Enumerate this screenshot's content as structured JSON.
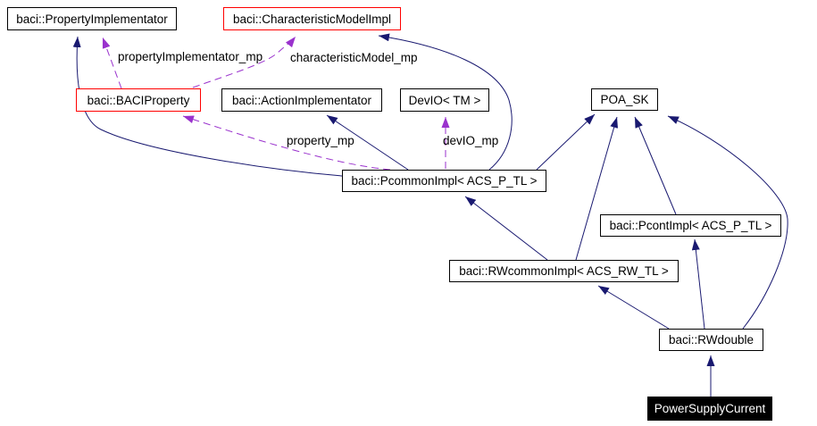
{
  "diagram": {
    "kind": "collaboration-graph",
    "colors": {
      "inheritance_edge": "#191970",
      "usage_edge": "#9a32cd",
      "node_border": "#000000",
      "truncated_node_border": "#ff0000",
      "current_node_fill": "#000000",
      "current_node_text": "#ffffff",
      "background": "#ffffff"
    },
    "nodes": [
      {
        "id": "property-implementator",
        "label": "baci::PropertyImplementator",
        "border": "#000000"
      },
      {
        "id": "characteristic-model-impl",
        "label": "baci::CharacteristicModelImpl",
        "border": "#ff0000"
      },
      {
        "id": "baci-property",
        "label": "baci::BACIProperty",
        "border": "#ff0000"
      },
      {
        "id": "action-implementator",
        "label": "baci::ActionImplementator",
        "border": "#000000"
      },
      {
        "id": "devio-tm",
        "label": "DevIO< TM >",
        "border": "#000000"
      },
      {
        "id": "poa-sk",
        "label": "POA_SK",
        "border": "#000000"
      },
      {
        "id": "pcommon-impl",
        "label": "baci::PcommonImpl< ACS_P_TL >",
        "border": "#000000"
      },
      {
        "id": "pcont-impl",
        "label": "baci::PcontImpl< ACS_P_TL >",
        "border": "#000000"
      },
      {
        "id": "rwcommon-impl",
        "label": "baci::RWcommonImpl< ACS_RW_TL >",
        "border": "#000000"
      },
      {
        "id": "rwdouble",
        "label": "baci::RWdouble",
        "border": "#000000"
      },
      {
        "id": "power-supply-current",
        "label": "PowerSupplyCurrent",
        "border": "#000000",
        "fill": "#000000",
        "text_color": "#ffffff"
      }
    ],
    "edge_labels": [
      {
        "id": "property-implementator-mp",
        "text": "propertyImplementator_mp"
      },
      {
        "id": "characteristic-model-mp",
        "text": "characteristicModel_mp"
      },
      {
        "id": "property-mp",
        "text": "property_mp"
      },
      {
        "id": "devio-mp",
        "text": "devIO_mp"
      }
    ],
    "edges": [
      {
        "from": "baci::PcommonImpl< ACS_P_TL >",
        "to": "baci::PropertyImplementator",
        "kind": "inheritance"
      },
      {
        "from": "baci::PcommonImpl< ACS_P_TL >",
        "to": "baci::CharacteristicModelImpl",
        "kind": "inheritance"
      },
      {
        "from": "baci::PcommonImpl< ACS_P_TL >",
        "to": "baci::ActionImplementator",
        "kind": "inheritance"
      },
      {
        "from": "baci::PcommonImpl< ACS_P_TL >",
        "to": "POA_SK",
        "kind": "inheritance"
      },
      {
        "from": "baci::RWcommonImpl< ACS_RW_TL >",
        "to": "baci::PcommonImpl< ACS_P_TL >",
        "kind": "inheritance"
      },
      {
        "from": "baci::RWcommonImpl< ACS_RW_TL >",
        "to": "POA_SK",
        "kind": "inheritance"
      },
      {
        "from": "baci::PcontImpl< ACS_P_TL >",
        "to": "POA_SK",
        "kind": "inheritance"
      },
      {
        "from": "baci::RWdouble",
        "to": "baci::RWcommonImpl< ACS_RW_TL >",
        "kind": "inheritance"
      },
      {
        "from": "baci::RWdouble",
        "to": "baci::PcontImpl< ACS_P_TL >",
        "kind": "inheritance"
      },
      {
        "from": "baci::RWdouble",
        "to": "POA_SK",
        "kind": "inheritance"
      },
      {
        "from": "PowerSupplyCurrent",
        "to": "baci::RWdouble",
        "kind": "inheritance"
      },
      {
        "from": "baci::BACIProperty",
        "to": "baci::PropertyImplementator",
        "kind": "usage",
        "label": "propertyImplementator_mp"
      },
      {
        "from": "baci::BACIProperty",
        "to": "baci::CharacteristicModelImpl",
        "kind": "usage",
        "label": "characteristicModel_mp"
      },
      {
        "from": "baci::PcommonImpl< ACS_P_TL >",
        "to": "baci::BACIProperty",
        "kind": "usage",
        "label": "property_mp"
      },
      {
        "from": "baci::PcommonImpl< ACS_P_TL >",
        "to": "DevIO< TM >",
        "kind": "usage",
        "label": "devIO_mp"
      }
    ]
  }
}
